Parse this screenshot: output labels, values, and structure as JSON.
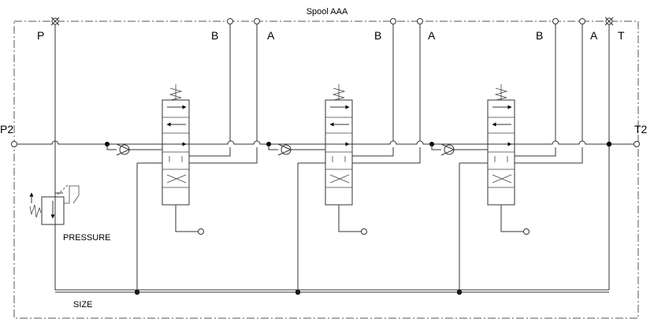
{
  "diagram": {
    "title": "Spool AAA",
    "ports": {
      "p": "P",
      "t": "T",
      "p2": "P2",
      "t2": "T2"
    },
    "sections": [
      {
        "b": "B",
        "a": "A"
      },
      {
        "b": "B",
        "a": "A"
      },
      {
        "b": "B",
        "a": "A"
      }
    ],
    "relief_label": "PRESSURE",
    "size_label": "SIZE"
  }
}
